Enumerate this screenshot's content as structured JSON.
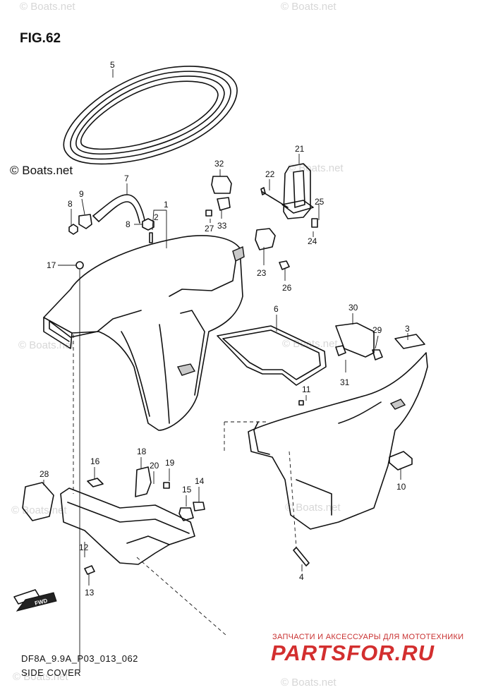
{
  "figure": {
    "title": "FIG.62",
    "code": "DF8A_9.9A_P03_013_062",
    "name": "SIDE COVER"
  },
  "watermarks": {
    "main": "© Boats.net",
    "faint": "© Boats.net"
  },
  "brand": {
    "tagline": "ЗАПЧАСТИ И АКСЕССУАРЫ ДЛЯ МОТОТЕХНИКИ",
    "logo": "PARTSFOR.RU",
    "logo_color": "#d32f2f"
  },
  "fwd_label": "FWD",
  "callouts": [
    "1",
    "2",
    "3",
    "4",
    "5",
    "6",
    "7",
    "8",
    "8",
    "9",
    "10",
    "11",
    "12",
    "13",
    "14",
    "15",
    "16",
    "17",
    "18",
    "19",
    "20",
    "21",
    "22",
    "23",
    "24",
    "25",
    "26",
    "27",
    "28",
    "29",
    "30",
    "31",
    "32",
    "33"
  ],
  "colors": {
    "line": "#111111",
    "shade": "#c9c9c9",
    "watermark": "#d7d7d7"
  }
}
